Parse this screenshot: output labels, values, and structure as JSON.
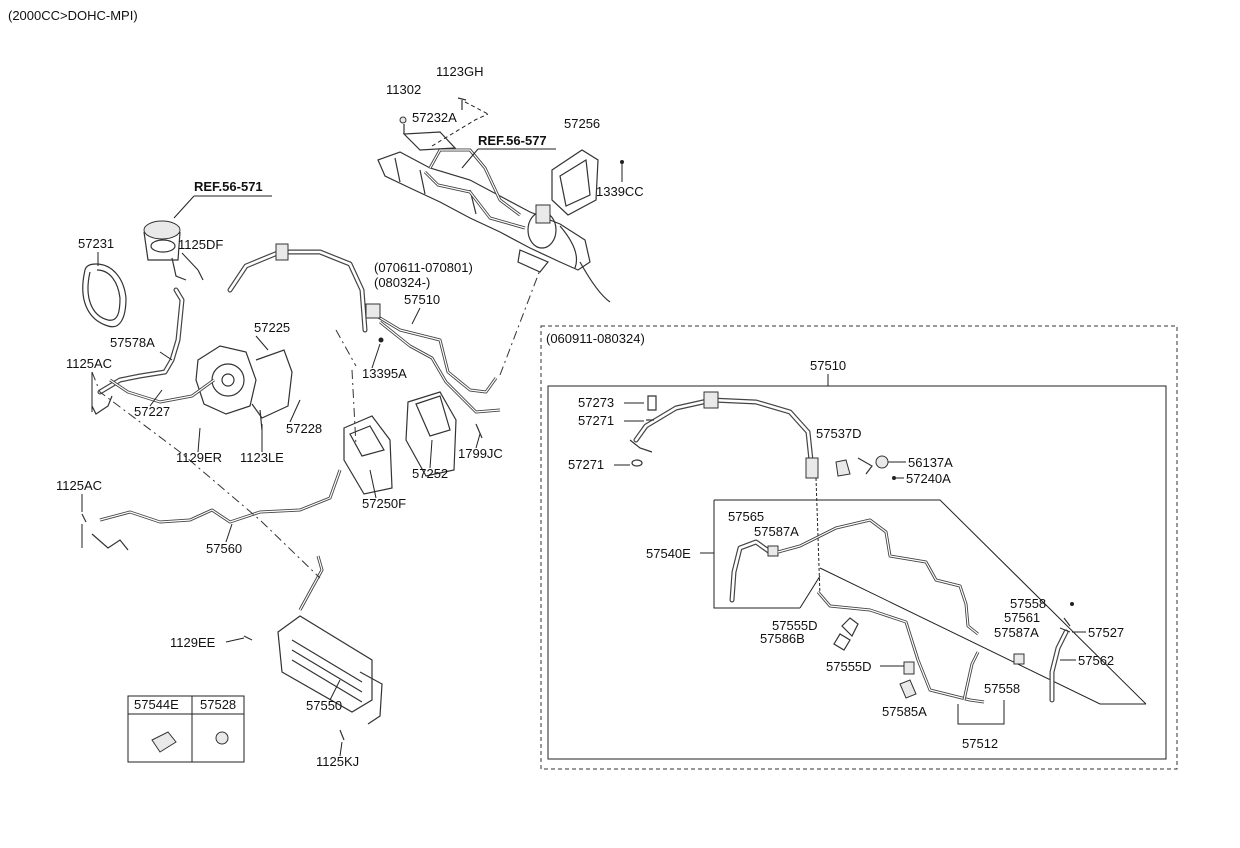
{
  "header": {
    "title": "(2000CC>DOHC-MPI)"
  },
  "refs": {
    "ref_upper": "REF.56-577",
    "ref_left": "REF.56-571"
  },
  "labels": {
    "p1123GH": "1123GH",
    "p11302": "11302",
    "p57232A": "57232A",
    "p57256": "57256",
    "p1339CC": "1339CC",
    "p57231": "57231",
    "p1125DF": "1125DF",
    "p57578A": "57578A",
    "p1125AC_top": "1125AC",
    "p57225": "57225",
    "p57227": "57227",
    "p57228": "57228",
    "p1129ER": "1129ER",
    "p1123LE": "1123LE",
    "p13395A": "13395A",
    "p57252": "57252",
    "p57250F": "57250F",
    "p1799JC": "1799JC",
    "p1125AC_mid": "1125AC",
    "p57560": "57560",
    "p1129EE": "1129EE",
    "p57550": "57550",
    "p1125KJ": "1125KJ",
    "p57510_upper": "57510",
    "date_a": "(070611-070801)",
    "date_b": "(080324-)"
  },
  "legend_table": {
    "headers": [
      "57544E",
      "57528"
    ]
  },
  "detail_box": {
    "period": "(060911-080324)",
    "labels": {
      "p57510": "57510",
      "p57273": "57273",
      "p57271_a": "57271",
      "p57271_b": "57271",
      "p57537D": "57537D",
      "p56137A": "56137A",
      "p57240A": "57240A",
      "p57565": "57565",
      "p57587A_a": "57587A",
      "p57540E": "57540E",
      "p57558_a": "57558",
      "p57561": "57561",
      "p57587A_b": "57587A",
      "p57527": "57527",
      "p57555D_a": "57555D",
      "p57586B": "57586B",
      "p57562": "57562",
      "p57555D_b": "57555D",
      "p57558_b": "57558",
      "p57585A": "57585A",
      "p57512": "57512"
    }
  }
}
